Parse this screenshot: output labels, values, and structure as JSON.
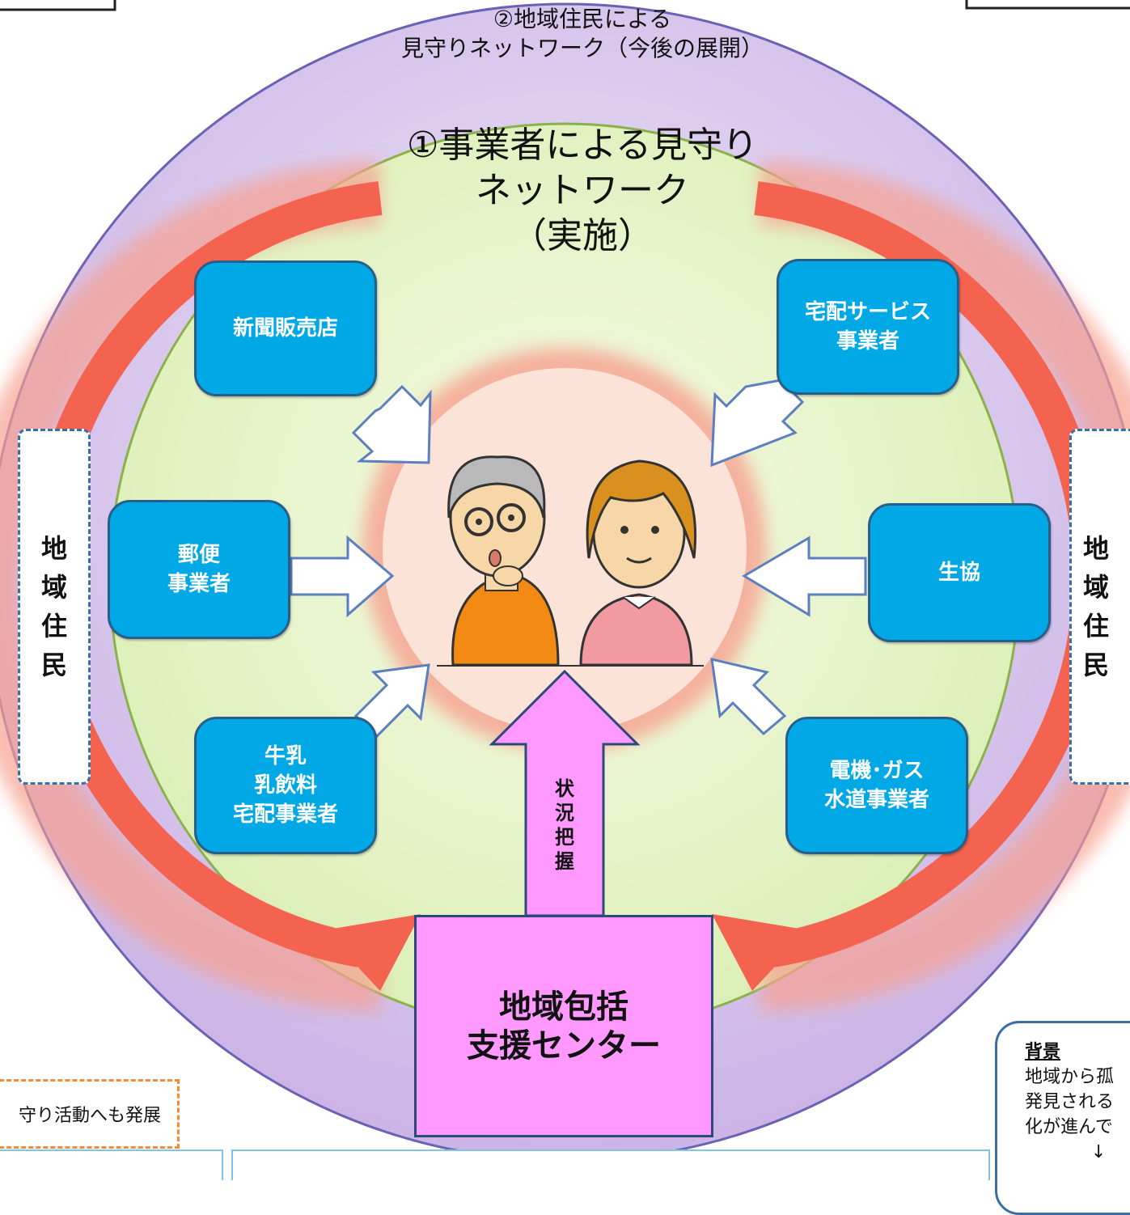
{
  "titles": {
    "outer": "②地域住民による\n見守りネットワーク（今後の展開）",
    "inner": "①事業者による見守り\nネットワーク\n（実施）"
  },
  "businesses": {
    "newspaper": "新聞販売店",
    "delivery": "宅配サービス\n事業者",
    "postal": "郵便\n事業者",
    "coop": "生協",
    "milk": "牛乳\n乳飲料\n宅配事業者",
    "utilities": "電機･ガス\n水道事業者"
  },
  "residents": {
    "left": "地\n域\n住\n民",
    "right": "地\n域\n住\n民"
  },
  "center": {
    "support_center": "地域包括\n支援センター",
    "status_label": "状\n況\n把\n握"
  },
  "background_box": {
    "title": "背景",
    "lines": [
      "地域から孤",
      "発見される",
      "化が進んで",
      "↓"
    ]
  },
  "development_note": "守り活動へも発展",
  "colors": {
    "outer_circle": "#dccdf0",
    "inner_circle": "#eaf7d0",
    "center_circle": "#fbe3d8",
    "red_arrow": "#f4634f",
    "box_blue": "#00a8e6",
    "support_pink": "#ff99ff"
  }
}
